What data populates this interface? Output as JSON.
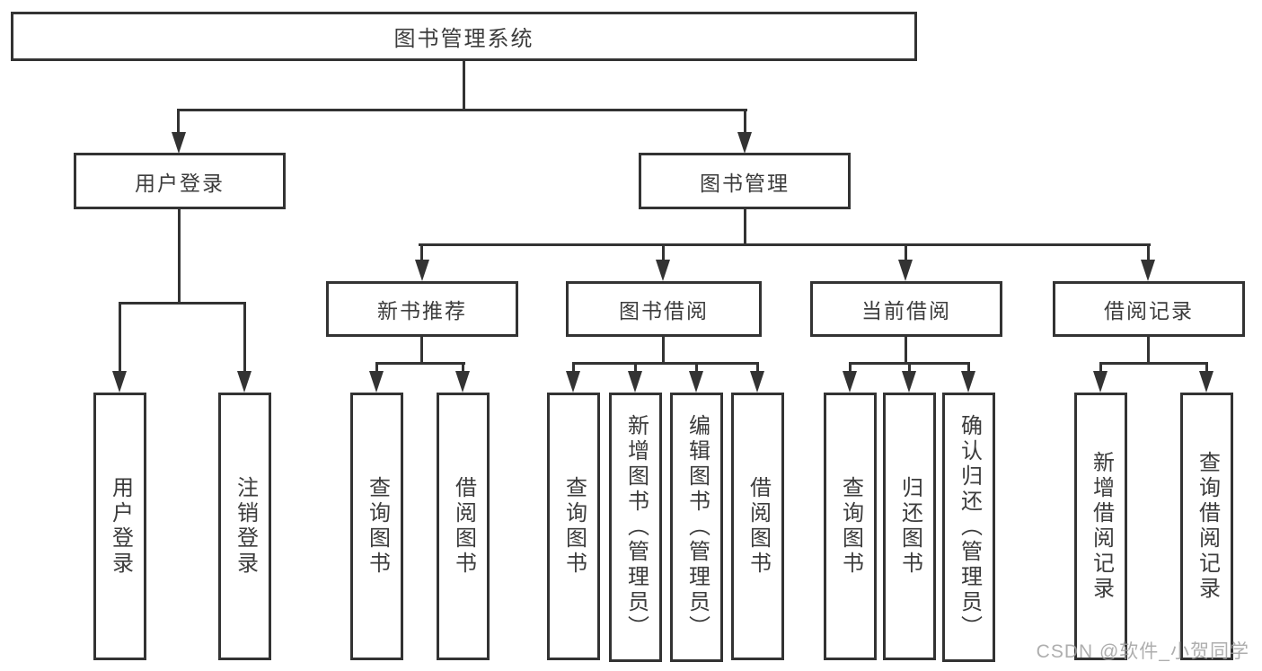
{
  "tree": {
    "root_label": "图书管理系统",
    "children": [
      {
        "label": "用户登录",
        "children": [
          {
            "label": "用户登录"
          },
          {
            "label": "注销登录"
          }
        ]
      },
      {
        "label": "图书管理",
        "children": [
          {
            "label": "新书推荐",
            "children": [
              {
                "label": "查询图书"
              },
              {
                "label": "借阅图书"
              }
            ]
          },
          {
            "label": "图书借阅",
            "children": [
              {
                "label": "查询图书"
              },
              {
                "label": "新增图书（管理员）"
              },
              {
                "label": "编辑图书（管理员）"
              },
              {
                "label": "借阅图书"
              }
            ]
          },
          {
            "label": "当前借阅",
            "children": [
              {
                "label": "查询图书"
              },
              {
                "label": "归还图书"
              },
              {
                "label": "确认归还（管理员）"
              }
            ]
          },
          {
            "label": "借阅记录",
            "children": [
              {
                "label": "新增借阅记录"
              },
              {
                "label": "查询借阅记录"
              }
            ]
          }
        ]
      }
    ]
  },
  "watermark": {
    "text": "CSDN @软件_小贺同学"
  },
  "colors": {
    "line": "#333333",
    "box_border": "#333333",
    "text": "#3c3c3c",
    "background": "#ffffff",
    "watermark": "#a0a0a0"
  }
}
